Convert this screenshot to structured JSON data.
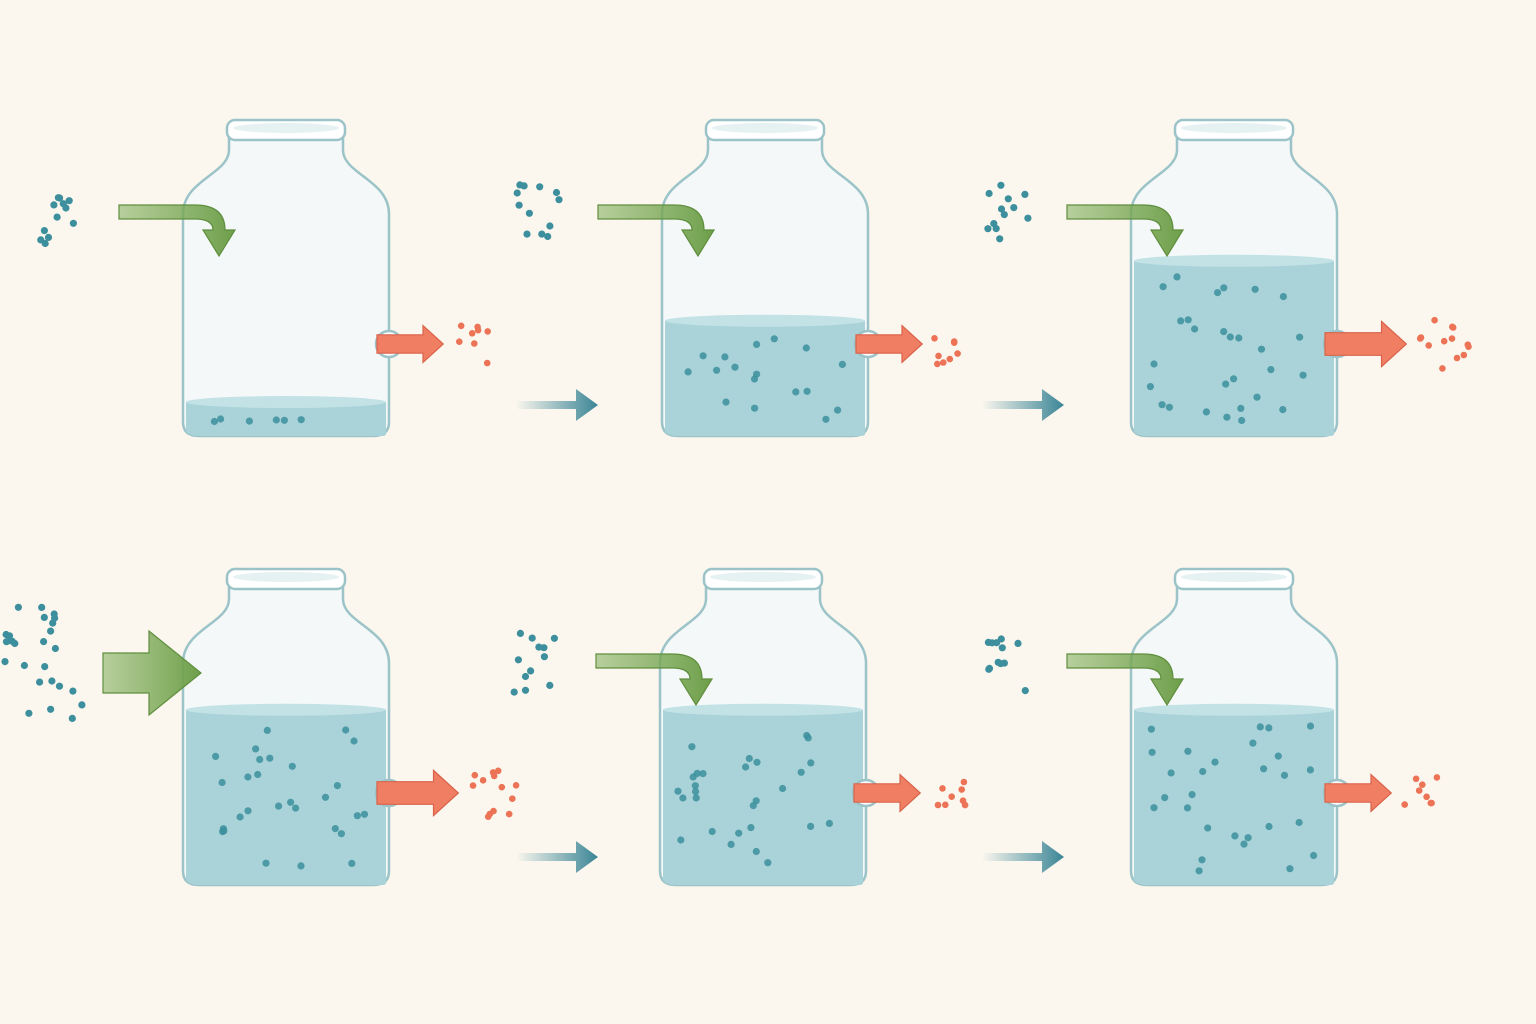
{
  "colors": {
    "background": "#fbf7ee",
    "jar_glass": "#f4f8f8",
    "jar_outline": "#9cc4c8",
    "liquid": "#a9d3d9",
    "liquid_surface": "#c2e2e6",
    "particle": "#3d8f9e",
    "inflow_arrow": "#7fad5a",
    "outflow_arrow": "#f07e62",
    "outflow_particle": "#ec7356",
    "step_arrow": "#3a8596"
  },
  "icons": {
    "jar": "jar-icon",
    "inflow": "inflow-arrow-icon",
    "outflow": "outflow-arrow-icon",
    "step": "step-arrow-icon"
  },
  "stages": [
    {
      "fill_level": 0.14,
      "inflow_rate": 0.2,
      "outflow_rate": 0.2,
      "inflow_style": "curved"
    },
    {
      "fill_level": 0.52,
      "inflow_rate": 0.2,
      "outflow_rate": 0.2,
      "inflow_style": "curved"
    },
    {
      "fill_level": 0.8,
      "inflow_rate": 0.2,
      "outflow_rate": 0.55,
      "inflow_style": "curved"
    },
    {
      "fill_level": 0.8,
      "inflow_rate": 1.0,
      "outflow_rate": 0.55,
      "inflow_style": "straight"
    },
    {
      "fill_level": 0.8,
      "inflow_rate": 0.2,
      "outflow_rate": 0.2,
      "inflow_style": "curved"
    },
    {
      "fill_level": 0.8,
      "inflow_rate": 0.2,
      "outflow_rate": 0.2,
      "inflow_style": "curved"
    }
  ]
}
